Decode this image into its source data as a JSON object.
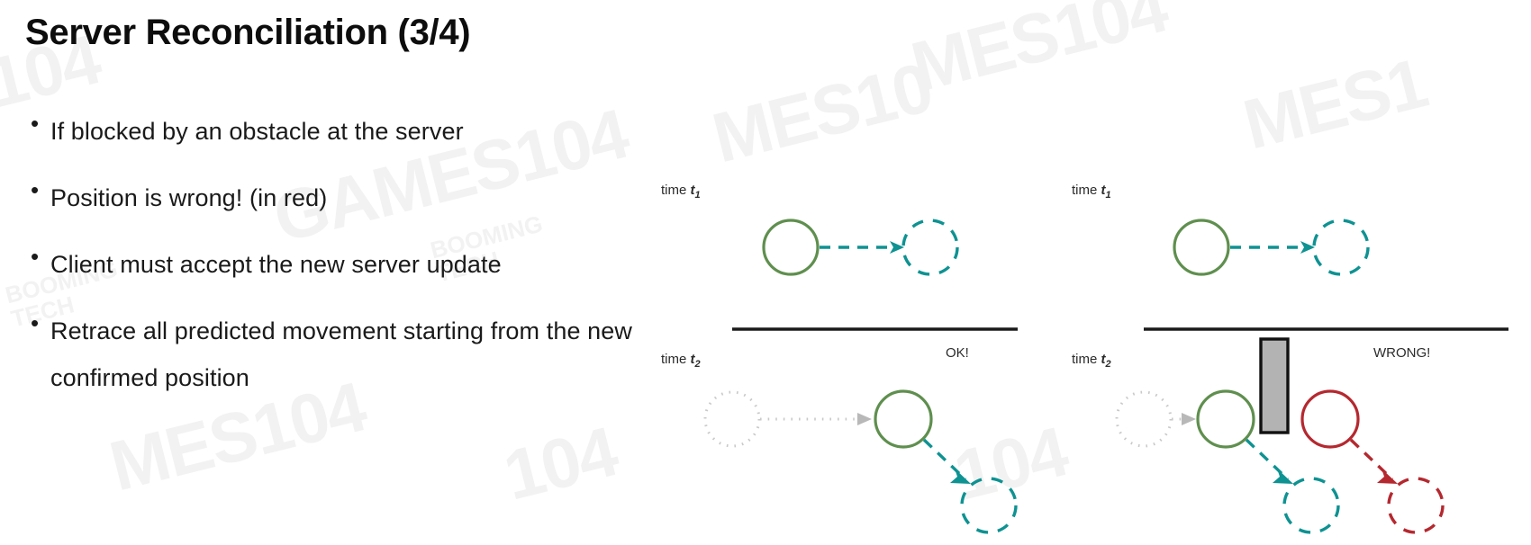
{
  "slide": {
    "title": "Server Reconciliation (3/4)",
    "bullet_marker": "•",
    "bullets": [
      "If blocked by an obstacle at the server",
      "Position is wrong! (in red)",
      "Client must accept the new server update",
      "Retrace all predicted movement starting from the new confirmed position"
    ]
  },
  "colors": {
    "green": "#5f8f4e",
    "teal": "#0e9292",
    "red": "#b5282f",
    "gray_dotted": "#c9c9c9",
    "obstacle_fill": "#b3b3b3",
    "obstacle_stroke": "#111111",
    "divider": "#1a1a1a",
    "text": "#1a1a1a",
    "watermark": "#f2f2f2"
  },
  "diagrams": {
    "left": {
      "name": "client-prediction-ok",
      "top_panel": {
        "time_label_prefix": "time ",
        "time_label_var": "t",
        "time_label_sub": "1",
        "solid_circle": "confirmed-position",
        "dashed_circle": "predicted-position",
        "arrow": "prediction-arrow"
      },
      "bottom_panel": {
        "time_label_prefix": "time ",
        "time_label_var": "t",
        "time_label_sub": "2",
        "ghost_circle": "previous-position",
        "solid_circle": "server-confirmed-position",
        "dashed_circle": "next-predicted-position",
        "status_tag": "OK!"
      }
    },
    "right": {
      "name": "client-prediction-wrong",
      "top_panel": {
        "time_label_prefix": "time ",
        "time_label_var": "t",
        "time_label_sub": "1",
        "solid_circle": "confirmed-position",
        "dashed_circle": "predicted-position",
        "arrow": "prediction-arrow"
      },
      "bottom_panel": {
        "time_label_prefix": "time ",
        "time_label_var": "t",
        "time_label_sub": "2",
        "ghost_circle": "previous-position",
        "green_circle": "server-confirmed-position",
        "obstacle": "obstacle-wall",
        "red_circle": "wrong-predicted-position",
        "teal_dashed_circle": "corrected-predicted-position",
        "red_dashed_circle": "wrong-next-predicted-position",
        "status_tag": "WRONG!"
      }
    }
  },
  "watermarks": {
    "items": [
      "104",
      "MES104",
      "GAMES104",
      "MES10",
      "MES1",
      "MES104",
      "BOOMING TECH",
      "BOOMING TECH",
      "104",
      "104"
    ],
    "brand_line1": "BOOMING",
    "brand_line2": "TECH"
  }
}
